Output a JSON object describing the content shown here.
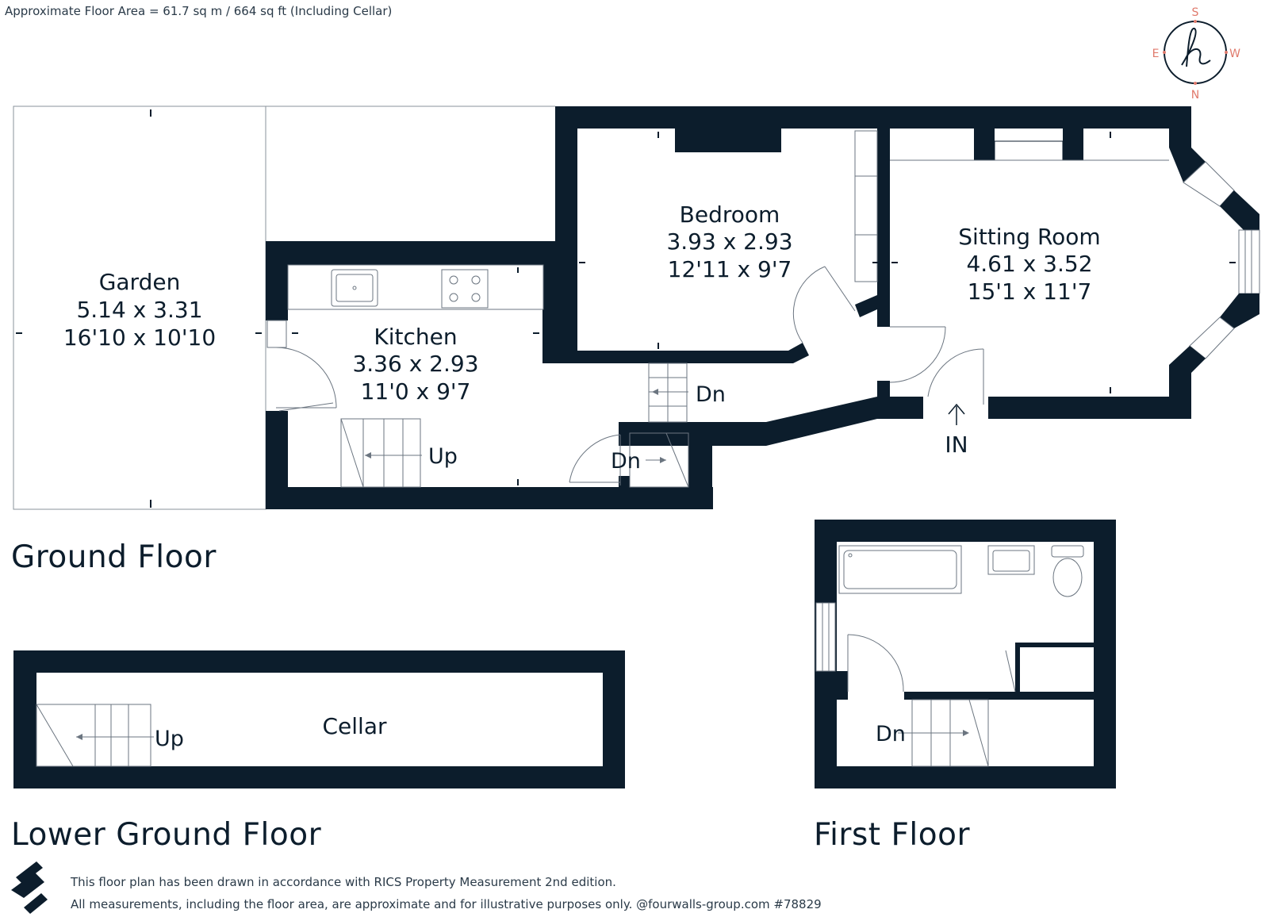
{
  "header": {
    "area_text": "Approximate Floor Area = 61.7 sq m / 664 sq ft (Including Cellar)"
  },
  "compass": {
    "s": "S",
    "e": "E",
    "w": "W",
    "n": "N",
    "logo": "h",
    "accent": "#e07a6c"
  },
  "rooms": {
    "garden": {
      "name": "Garden",
      "metric": "5.14 x 3.31",
      "imperial": "16'10 x 10'10"
    },
    "bedroom": {
      "name": "Bedroom",
      "metric": "3.93 x 2.93",
      "imperial": "12'11 x 9'7"
    },
    "sitting": {
      "name": "Sitting Room",
      "metric": "4.61 x 3.52",
      "imperial": "15'1 x 11'7"
    },
    "kitchen": {
      "name": "Kitchen",
      "metric": "3.36 x 2.93",
      "imperial": "11'0 x 9'7"
    },
    "cellar": {
      "name": "Cellar"
    }
  },
  "labels": {
    "up": "Up",
    "dn": "Dn",
    "in": "IN",
    "cellar_up": "Up",
    "first_dn": "Dn",
    "kitchen_dn": "Dn"
  },
  "floors": {
    "ground": "Ground Floor",
    "lower": "Lower Ground Floor",
    "first": "First Floor"
  },
  "footer": {
    "line1": "This floor plan has been drawn in accordance with RICS Property Measurement 2nd edition.",
    "line2": "All measurements, including the floor area, are approximate and for illustrative purposes only. @fourwalls-group.com #78829"
  },
  "colors": {
    "wall": "#0c1d2c",
    "line": "#6b7580"
  }
}
